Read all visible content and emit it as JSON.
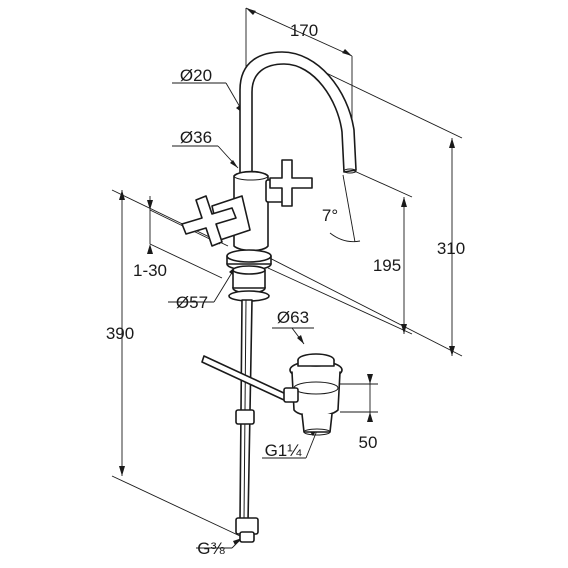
{
  "dimensions": {
    "spout_reach": "170",
    "spout_pipe_diameter": "Ø20",
    "body_diameter": "Ø36",
    "spout_angle": "7°",
    "spout_height": "195",
    "total_height": "310",
    "deck_thickness": "1-30",
    "base_diameter": "Ø57",
    "overall_length": "390",
    "drain_diameter": "Ø63",
    "drain_height": "50",
    "drain_thread": "G1¼",
    "connection_thread": "G⅜"
  }
}
